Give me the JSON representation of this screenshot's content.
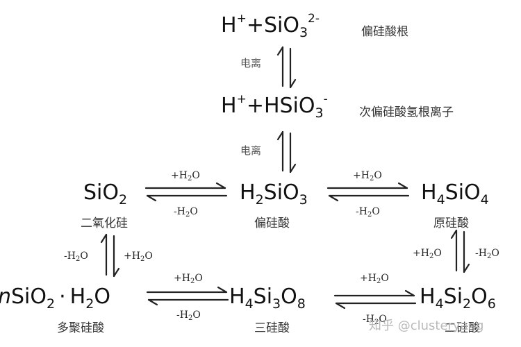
{
  "species": {
    "silicate": {
      "base": "H",
      "sup1": "+",
      "mid": "+SiO",
      "sub1": "3",
      "sup2": "2-",
      "name": "偏硅酸根"
    },
    "hydrogen_silicate": {
      "base": "H",
      "sup1": "+",
      "mid": "+HSiO",
      "sub1": "3",
      "sup2": "-",
      "name": "次偏硅酸氢根离子"
    },
    "sio2": {
      "p1": "SiO",
      "s1": "2",
      "name": "二氧化硅"
    },
    "h2sio3": {
      "p1": "H",
      "s1": "2",
      "p2": "SiO",
      "s2": "3",
      "name": "偏硅酸"
    },
    "h4sio4": {
      "p1": "H",
      "s1": "4",
      "p2": "SiO",
      "s2": "4",
      "name": "原硅酸"
    },
    "nsio2": {
      "n": "n",
      "p1": "SiO",
      "s1": "2",
      "dot": "·",
      "p2": "H",
      "s2": "2",
      "p3": "O",
      "name": "多聚硅酸"
    },
    "h4si3o8": {
      "p1": "H",
      "s1": "4",
      "p2": "Si",
      "s2": "3",
      "p3": "O",
      "s3": "8",
      "name": "三硅酸"
    },
    "h4si2o6": {
      "p1": "H",
      "s1": "4",
      "p2": "Si",
      "s2": "2",
      "p3": "O",
      "s3": "6",
      "name": "二硅酸"
    }
  },
  "conditions": {
    "ionization": "电离",
    "plus_h2o": {
      "a": "+H",
      "b": "2",
      "c": "O"
    },
    "minus_h2o": {
      "a": "-H",
      "b": "2",
      "c": "O"
    }
  },
  "watermark": "知乎 @clusteryang"
}
